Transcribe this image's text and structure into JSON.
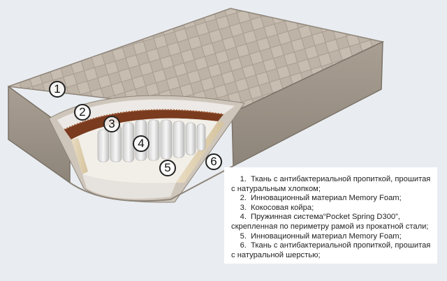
{
  "markers": [
    "1",
    "2",
    "3",
    "4",
    "5",
    "6"
  ],
  "legend": [
    {
      "num": "1.",
      "text": "Ткань с антибактериальной пропиткой, прошитая с натуральным хлопком;"
    },
    {
      "num": "2.",
      "text": "Инновационный материал Memory Foam;"
    },
    {
      "num": "3.",
      "text": "Кокосовая койра;"
    },
    {
      "num": "4.",
      "text": "Пружинная система“Pocket Spring D300”, скрепленная по периметру рамой из прокатной стали;"
    },
    {
      "num": "5.",
      "text": "Инновационный материал Memory Foam;"
    },
    {
      "num": "6.",
      "text": "Ткань с антибактериальной пропиткой, прошитая с натуральной шерстью;"
    }
  ]
}
